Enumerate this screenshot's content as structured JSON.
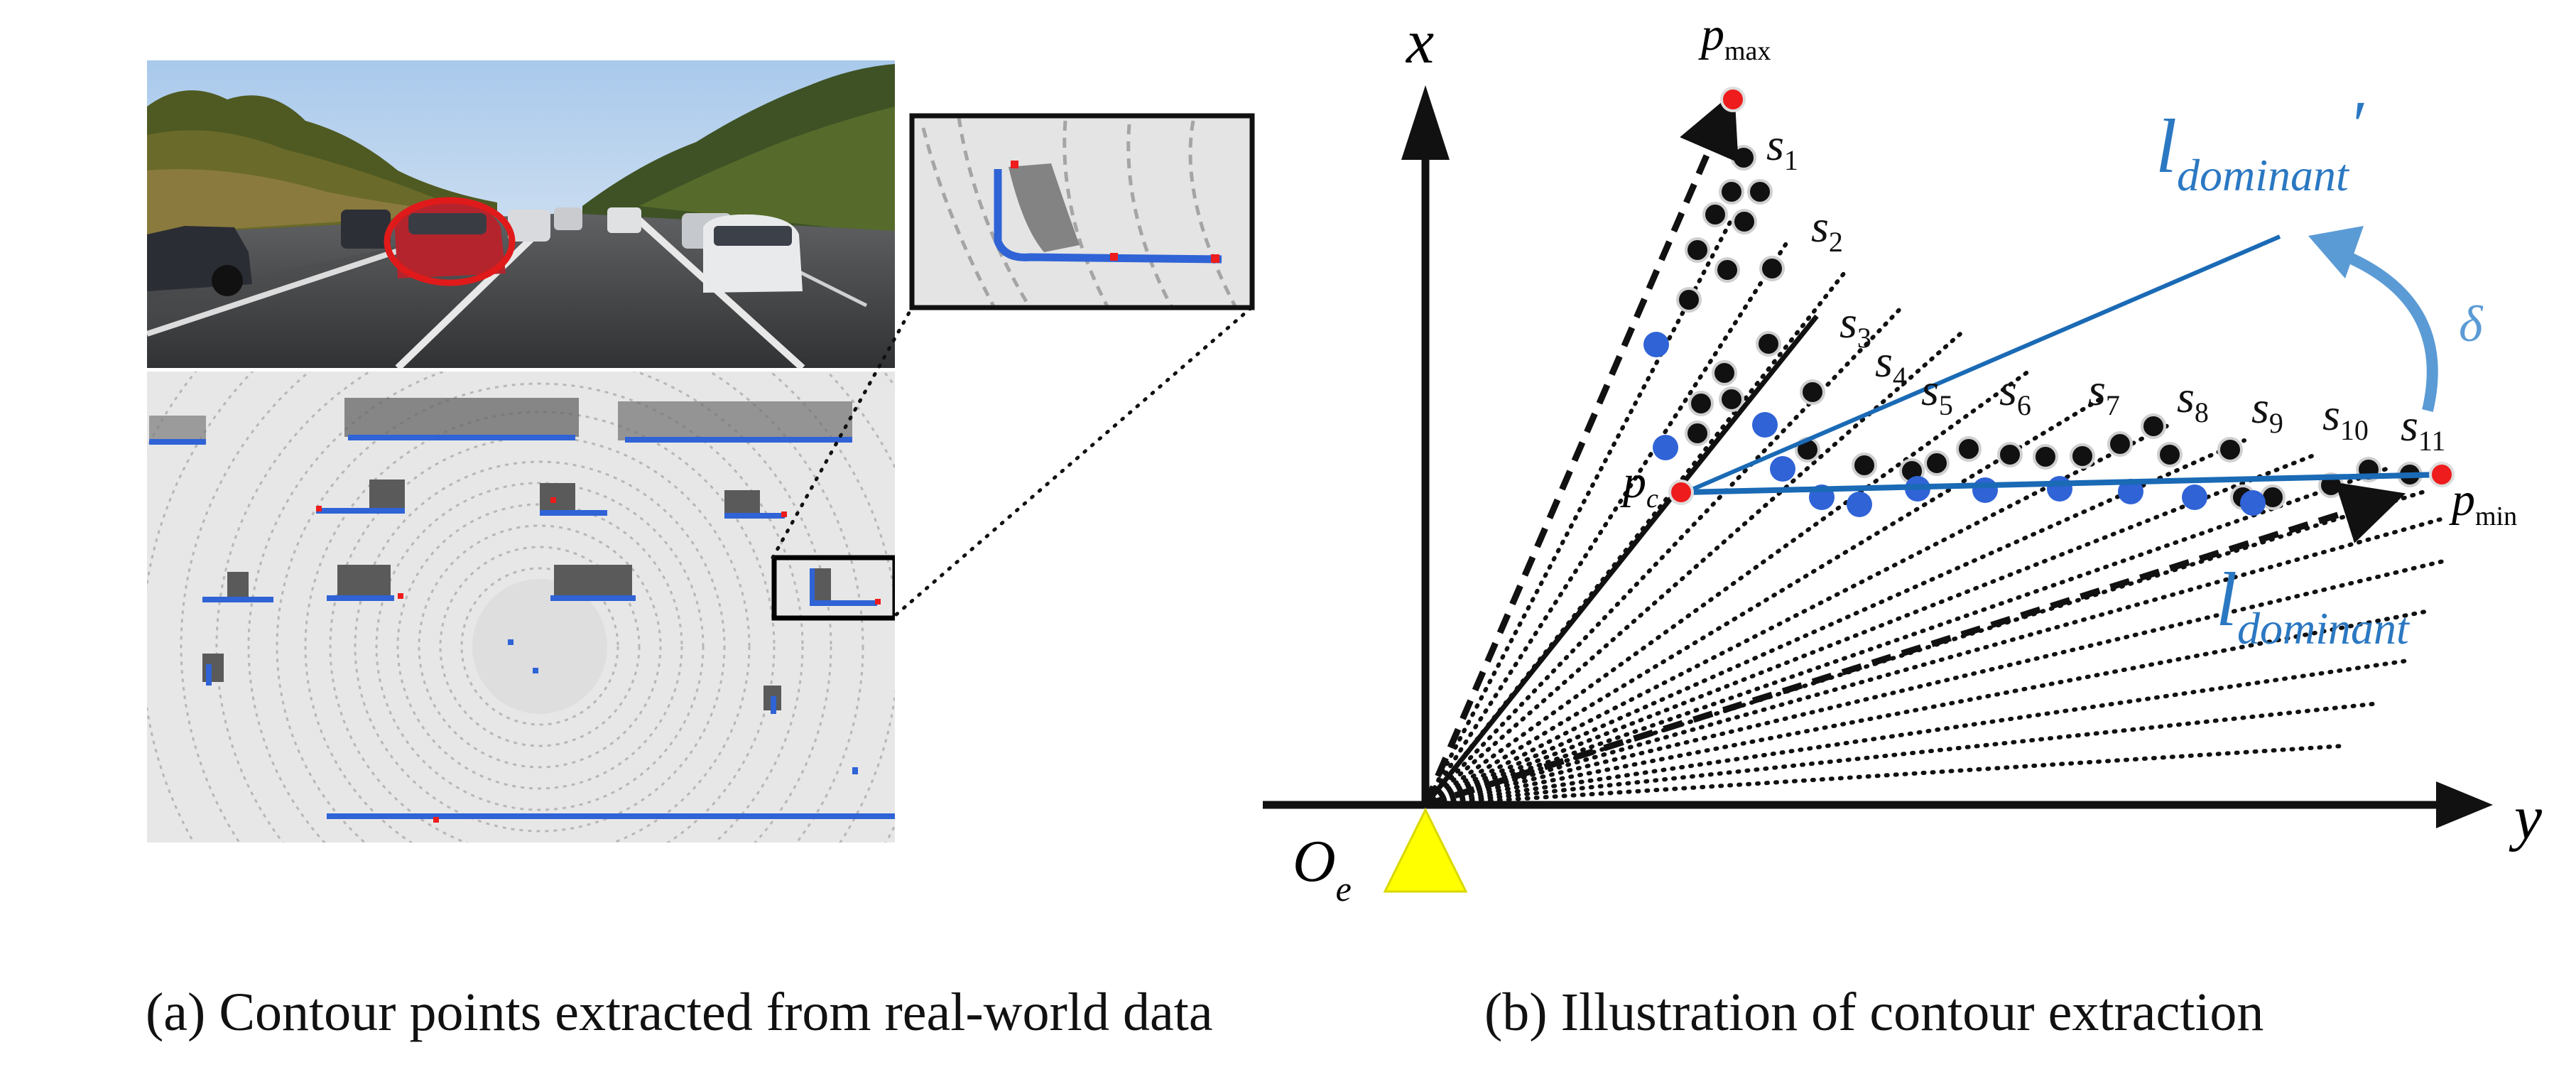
{
  "captions": {
    "a": "(a) Contour points extracted from real-world data",
    "b": "(b) Illustration of contour extraction"
  },
  "labels": {
    "axis_x": "x",
    "axis_y": "y",
    "origin_main": "O",
    "origin_sub": "e",
    "p_main": "p",
    "pmax_sub": "max",
    "pmin_sub": "min",
    "pc_sub": "c",
    "l_main": "l",
    "l_sub": "dominant",
    "l_prime": "′",
    "delta": "δ",
    "s_main": "s",
    "sector_subs": [
      "1",
      "2",
      "3",
      "4",
      "5",
      "6",
      "7",
      "8",
      "9",
      "10",
      "11"
    ]
  },
  "colors": {
    "contour_blue": "#2f63d6",
    "line_blue": "#1a6ab5",
    "label_blue": "#2b78c2",
    "arrow_blue": "#5b9bd5",
    "extreme_red": "#ee1c1c",
    "sensor_yellow": "#ffff00",
    "point_black": "#111111"
  },
  "icons": {
    "sensor": "triangle-sensor-icon",
    "rotation": "curved-arrow-icon"
  }
}
